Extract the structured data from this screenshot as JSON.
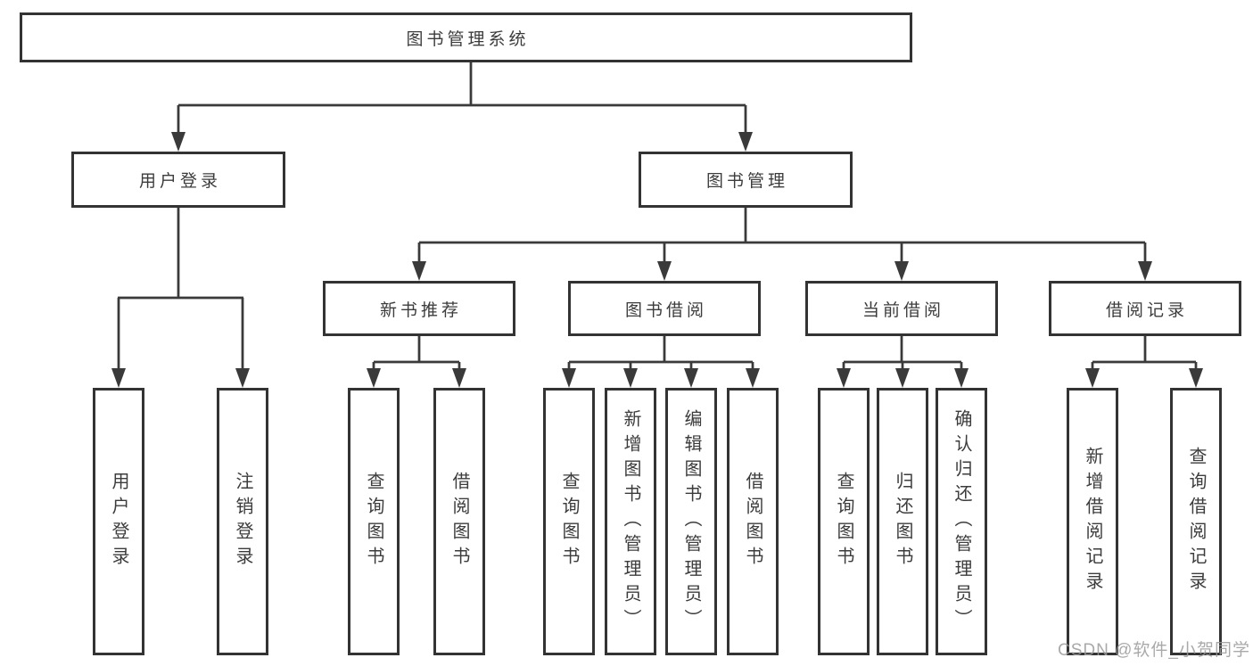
{
  "diagram": {
    "root": {
      "label": "图书管理系统"
    },
    "branches": [
      {
        "label": "用户登录",
        "children": [
          {
            "label": "用户登录"
          },
          {
            "label": "注销登录"
          }
        ]
      },
      {
        "label": "图书管理",
        "children": [
          {
            "label": "新书推荐",
            "children": [
              {
                "label": "查询图书"
              },
              {
                "label": "借阅图书"
              }
            ]
          },
          {
            "label": "图书借阅",
            "children": [
              {
                "label": "查询图书"
              },
              {
                "label": "新增图书（管理员）"
              },
              {
                "label": "编辑图书（管理员）"
              },
              {
                "label": "借阅图书"
              }
            ]
          },
          {
            "label": "当前借阅",
            "children": [
              {
                "label": "查询图书"
              },
              {
                "label": "归还图书"
              },
              {
                "label": "确认归还（管理员）"
              }
            ]
          },
          {
            "label": "借阅记录",
            "children": [
              {
                "label": "新增借阅记录"
              },
              {
                "label": "查询借阅记录"
              }
            ]
          }
        ]
      }
    ]
  },
  "watermark": {
    "text": "CSDN @软件_小贺同学"
  },
  "colors": {
    "background": "#ffffff",
    "box_fill": "#ffffff",
    "box_border": "#333333",
    "line": "#3a3a3a",
    "text": "#3c3c3c",
    "watermark": "#9b9b9b"
  }
}
